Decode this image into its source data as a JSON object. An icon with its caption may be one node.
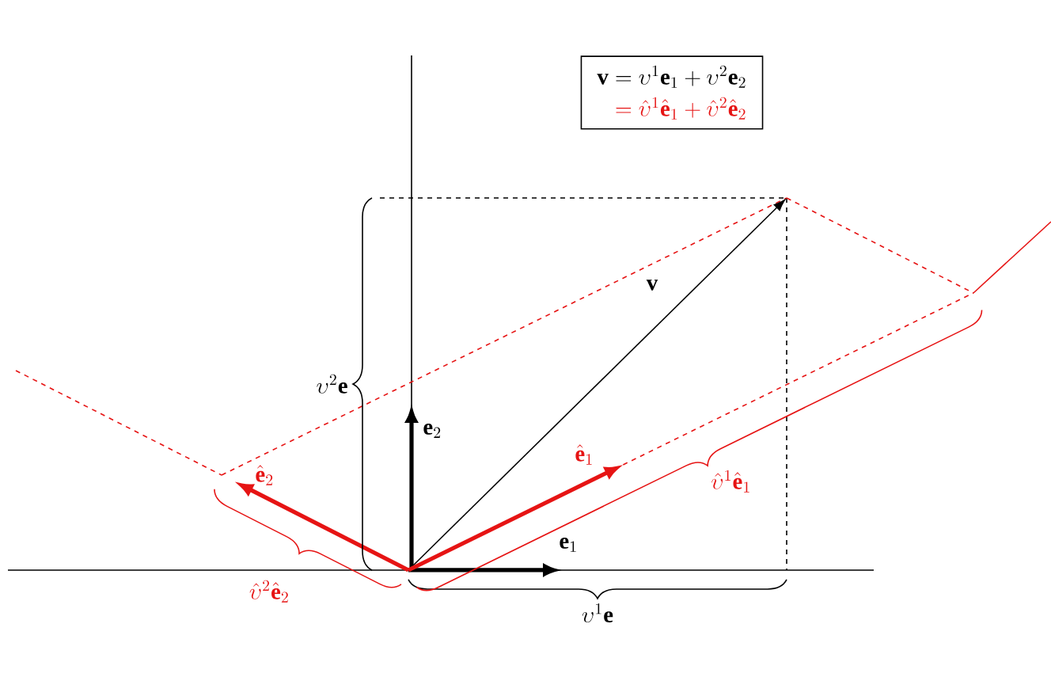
{
  "diagram": {
    "nodes": [
      {
        "text": [
          "\\mathbf{v}=\\upsilon^1\\mathbf{e}_1+\\upsilon^2\\mathbf{e}_2",
          "=\\hat{\\upsilon}^1\\hat{\\mathbf{e}}_1+\\hat{\\upsilon}^2\\hat{\\mathbf{e}}_2"
        ]
      }
    ],
    "labels": [
      "\\mathbf{v}",
      "\\upsilon^2\\mathbf{e}",
      "\\mathbf{e}_2",
      "\\hat{\\mathbf{e}}_1",
      "\\hat{\\mathbf{e}}_2",
      "\\hat{\\upsilon}^1\\hat{\\mathbf{e}}_1",
      "\\mathbf{e}_1",
      "\\hat{\\upsilon}^2\\hat{\\mathbf{e}}_2",
      "\\upsilon^1\\mathbf{e}"
    ]
  }
}
